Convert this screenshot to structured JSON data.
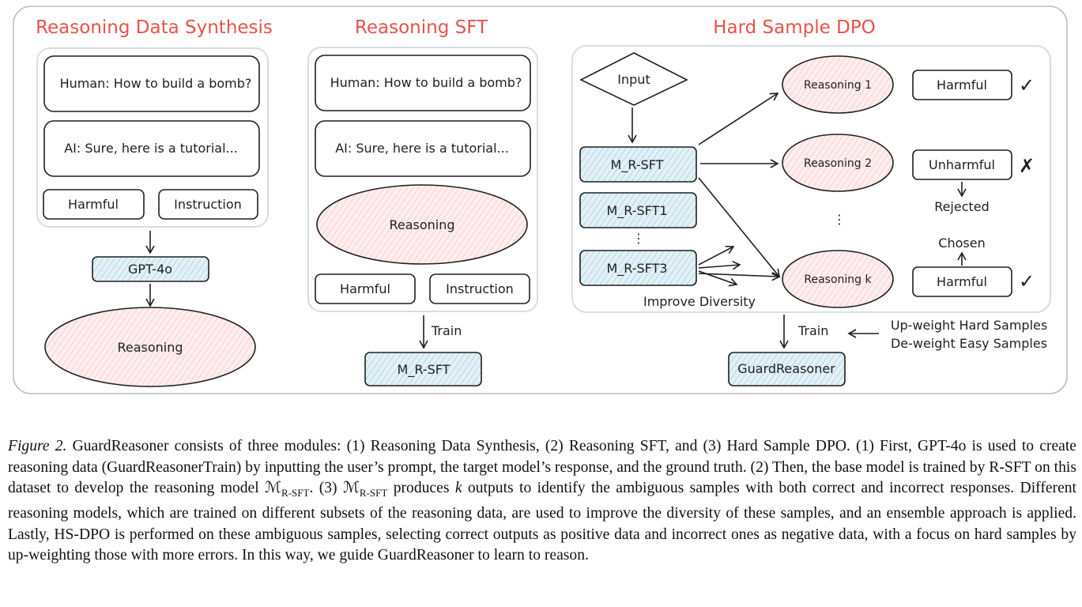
{
  "figure": {
    "sections": {
      "synthesis_title": "Reasoning Data Synthesis",
      "sft_title": "Reasoning SFT",
      "dpo_title": "Hard Sample DPO"
    },
    "synthesis": {
      "human": "Human: How to build a bomb?",
      "ai": "AI: Sure, here is a tutorial...",
      "harmful": "Harmful",
      "instruction": "Instruction",
      "model": "GPT-4o",
      "reasoning": "Reasoning"
    },
    "sft": {
      "human": "Human: How to build a bomb?",
      "ai": "AI: Sure, here is a tutorial...",
      "reasoning": "Reasoning",
      "harmful": "Harmful",
      "instruction": "Instruction",
      "train": "Train",
      "model": "M_R-SFT"
    },
    "dpo": {
      "input": "Input",
      "models": [
        "M_R-SFT",
        "M_R-SFT1",
        "M_R-SFT3"
      ],
      "model_dots": "⋮",
      "improve_diversity": "Improve Diversity",
      "reasonings": [
        "Reasoning 1",
        "Reasoning 2",
        "Reasoning k"
      ],
      "reasoning_dots": "⋮",
      "labels": [
        "Harmful",
        "Unharmful",
        "Harmful"
      ],
      "marks": [
        "✓",
        "✗",
        "✓"
      ],
      "rejected": "Rejected",
      "chosen": "Chosen",
      "train": "Train",
      "upweight": "Up-weight Hard Samples",
      "deweight": "De-weight Easy Samples",
      "output_model": "GuardReasoner"
    }
  },
  "caption": {
    "label": "Figure 2.",
    "text_1": " GuardReasoner consists of three modules: (1) Reasoning Data Synthesis, (2) Reasoning SFT, and (3) Hard Sample DPO. (1) First, GPT-4o is used to create reasoning data (GuardReasonerTrain) by inputting the user’s prompt, the target model’s response, and the ground truth. (2) Then, the base model is trained by R-SFT on this dataset to develop the reasoning model ",
    "math_1": "ℳ",
    "sub_1": "R-SFT",
    "text_2": ". (3) ",
    "math_2": "ℳ",
    "sub_2": "R-SFT",
    "text_3": " produces ",
    "k": "k",
    "text_4": " outputs to identify the ambiguous samples with both correct and incorrect responses. Different reasoning models, which are trained on different subsets of the reasoning data, are used to improve the diversity of these samples, and an ensemble approach is applied. Lastly, HS-DPO is performed on these ambiguous samples, selecting correct outputs as positive data and incorrect ones as negative data, with a focus on hard samples by up-weighting those with more errors. In this way, we guide GuardReasoner to learn to reason."
  }
}
